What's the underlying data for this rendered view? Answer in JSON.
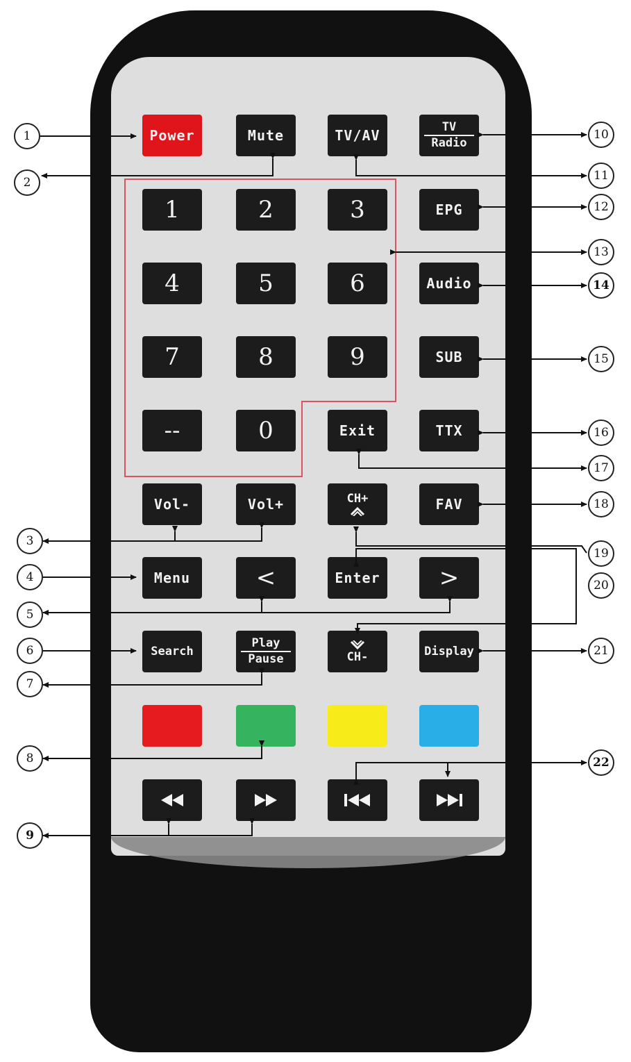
{
  "buttons": {
    "power": "Power",
    "mute": "Mute",
    "tv_av": "TV/AV",
    "tv_radio_top": "TV",
    "tv_radio_bottom": "Radio",
    "num1": "1",
    "num2": "2",
    "num3": "3",
    "num4": "4",
    "num5": "5",
    "num6": "6",
    "num7": "7",
    "num8": "8",
    "num9": "9",
    "dash": "--",
    "num0": "0",
    "epg": "EPG",
    "audio": "Audio",
    "sub": "SUB",
    "exit": "Exit",
    "ttx": "TTX",
    "vol_minus": "Vol-",
    "vol_plus": "Vol+",
    "ch_plus": "CH+",
    "fav": "FAV",
    "menu": "Menu",
    "left": "<",
    "enter": "Enter",
    "right": ">",
    "search": "Search",
    "play": "Play",
    "pause": "Pause",
    "ch_minus": "CH-",
    "display": "Display"
  },
  "color_keys": [
    "#e51b20",
    "#36b35f",
    "#f7ec1a",
    "#2aaee8"
  ],
  "transport_icons": [
    "rewind-icon",
    "fast-forward-icon",
    "previous-track-icon",
    "next-track-icon"
  ],
  "callouts": {
    "c1": "1",
    "c2": "2",
    "c3": "3",
    "c4": "4",
    "c5": "5",
    "c6": "6",
    "c7": "7",
    "c8": "8",
    "c9": "9",
    "c10": "10",
    "c11": "11",
    "c12": "12",
    "c13": "13",
    "c14": "14",
    "c15": "15",
    "c16": "16",
    "c17": "17",
    "c18": "18",
    "c19": "19",
    "c20": "20",
    "c21": "21",
    "c22": "22"
  }
}
